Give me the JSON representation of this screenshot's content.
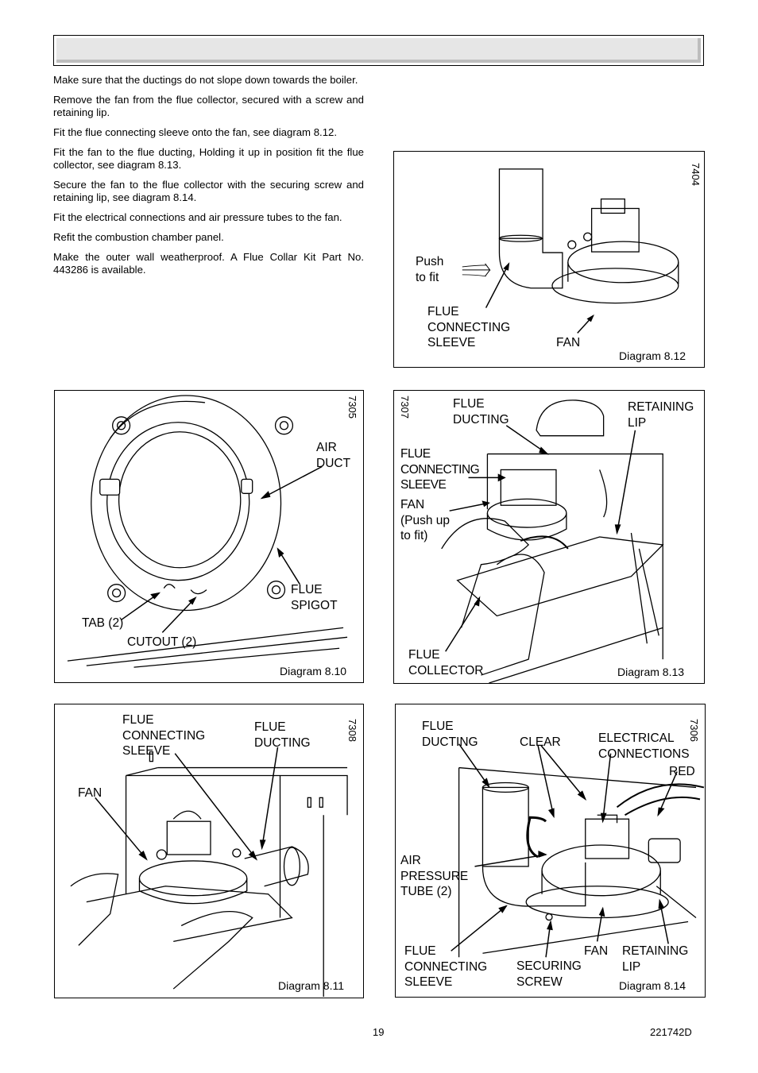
{
  "instructions": [
    "Make sure that the ductings do not slope down towards the boiler.",
    "Remove the fan from the flue collector, secured with a screw and retaining lip.",
    "Fit the flue connecting sleeve onto the fan, see diagram 8.12.",
    "Fit the fan to the flue ducting, Holding it up in position fit the flue collector, see diagram 8.13.",
    "Secure the fan to the flue collector with the securing screw and retaining lip, see diagram 8.14.",
    "Fit the electrical connections and air pressure tubes to the fan.",
    "Refit the combustion chamber panel.",
    "Make the outer wall weatherproof.  A Flue Collar Kit  Part No. 443286 is available."
  ],
  "diagrams": {
    "d812": {
      "caption": "Diagram 8.12",
      "code": "7404",
      "push": "Push\nto fit",
      "sleeve": "FLUE\nCONNECTING\nSLEEVE",
      "fan": "FAN"
    },
    "d810": {
      "caption": "Diagram 8.10",
      "code": "7305",
      "air_duct": "AIR\nDUCT",
      "flue_spigot": "FLUE\nSPIGOT",
      "tab": "TAB (2)",
      "cutout": "CUTOUT (2)"
    },
    "d813": {
      "caption": "Diagram 8.13",
      "code": "7307",
      "flue_ducting": "FLUE\nDUCTING",
      "retaining_lip": "RETAINING\nLIP",
      "sleeve": "FLUE\nCONNECTING\nSLEEVE",
      "fan": "FAN\n(Push up\nto fit)",
      "collector": "FLUE\nCOLLECTOR"
    },
    "d811": {
      "caption": "Diagram 8.11",
      "code": "7308",
      "sleeve": "FLUE\nCONNECTING\nSLEEVE",
      "flue_ducting": "FLUE\nDUCTING",
      "fan": "FAN"
    },
    "d814": {
      "caption": "Diagram 8.14",
      "code": "7306",
      "flue_ducting": "FLUE\nDUCTING",
      "clear": "CLEAR",
      "electrical": "ELECTRICAL\nCONNECTIONS",
      "red": "RED",
      "air_tube": "AIR\nPRESSURE\nTUBE (2)",
      "sleeve": "FLUE\nCONNECTING\nSLEEVE",
      "securing": "SECURING\nSCREW",
      "fan": "FAN",
      "retaining_lip": "RETAINING\nLIP"
    }
  },
  "footer": {
    "page_number": "19",
    "doc_code": "221742D"
  }
}
